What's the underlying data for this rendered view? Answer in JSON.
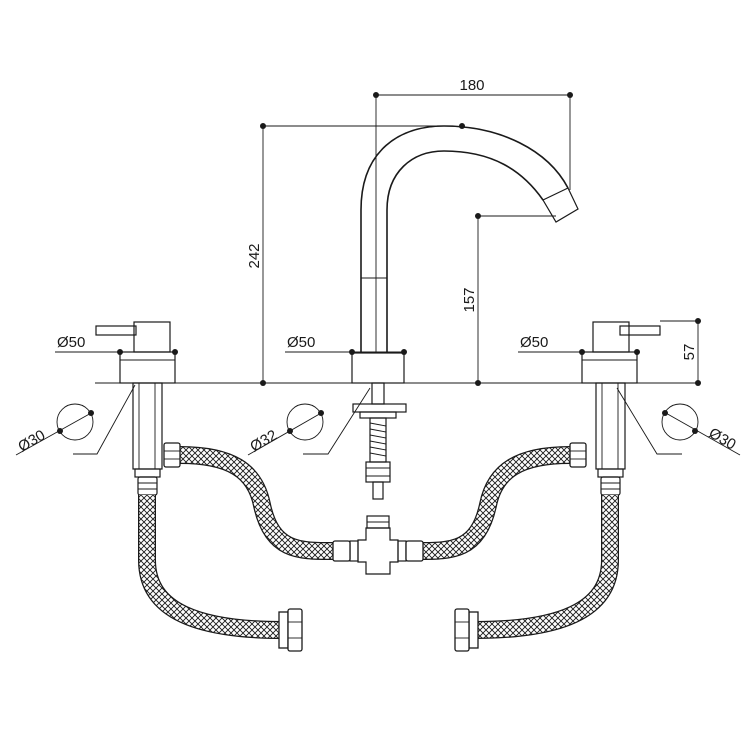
{
  "dimensions": {
    "spout_reach": "180",
    "total_height": "242",
    "spout_outlet_height": "157",
    "handle_height": "57",
    "left_handle_dia": "Ø50",
    "spout_base_dia": "Ø50",
    "right_handle_dia": "Ø50",
    "left_hole_dia": "Ø30",
    "center_hole_dia": "Ø32",
    "right_hole_dia": "Ø30"
  },
  "colors": {
    "line": "#1a1a1a",
    "background": "#ffffff"
  }
}
